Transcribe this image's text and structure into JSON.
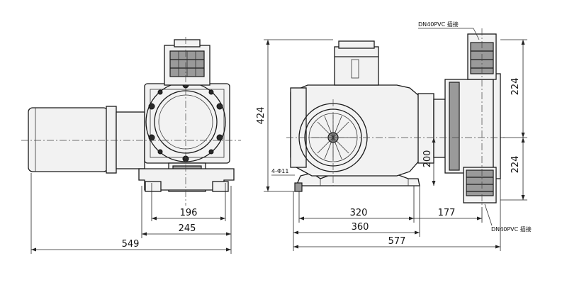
{
  "dimensions": {
    "d196": "196",
    "d245": "245",
    "d549": "549",
    "d320": "320",
    "d360": "360",
    "d577": "577",
    "d177": "177",
    "d424": "424",
    "d200": "200",
    "d224_top": "224",
    "d224_bottom": "224"
  },
  "labels": {
    "inlet_note": "DN40PVC 插接",
    "outlet_note": "DN40PVC 插接",
    "hole_note": "4-Φ11"
  }
}
